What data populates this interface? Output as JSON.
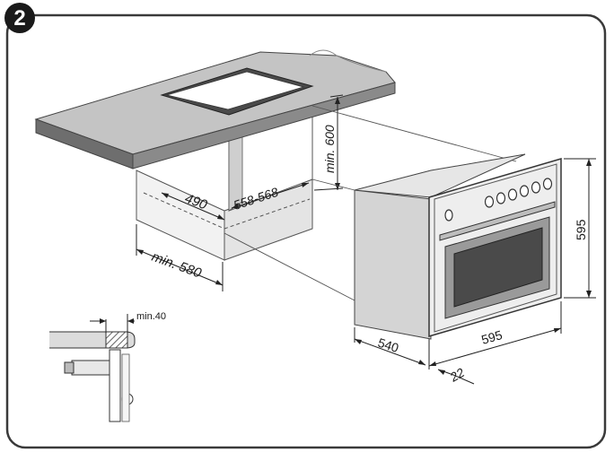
{
  "step_number": "2",
  "dimensions": {
    "cutout_depth": "490",
    "cutout_width": "558-568",
    "cabinet_depth": "min. 580",
    "cabinet_height": "min. 600",
    "oven_height": "595",
    "oven_depth": "540",
    "oven_width": "595",
    "frame_thickness": "22",
    "detail_gap": "min.40"
  },
  "colors": {
    "badge": "#1a1a1a",
    "frame": "#3a3a3a",
    "worktop_top": "#bdbdbd",
    "worktop_edge": "#6e6e6e",
    "oven_body": "#d9d9d9",
    "oven_front": "#eeeeee",
    "oven_window": "#4a4a4a"
  }
}
